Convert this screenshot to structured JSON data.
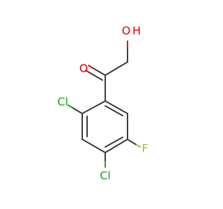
{
  "molecule": {
    "atoms": {
      "oxygen_hydroxyl": "O",
      "hydrogen_hydroxyl": "H",
      "oxygen_carbonyl": "O",
      "chlorine_2": "Cl",
      "chlorine_4": "Cl",
      "fluorine_5": "F"
    },
    "colors": {
      "bond": "#3a3a3a",
      "oxygen": "#e00000",
      "chlorine": "#1fa11f",
      "fluorine": "#8ec641"
    }
  }
}
